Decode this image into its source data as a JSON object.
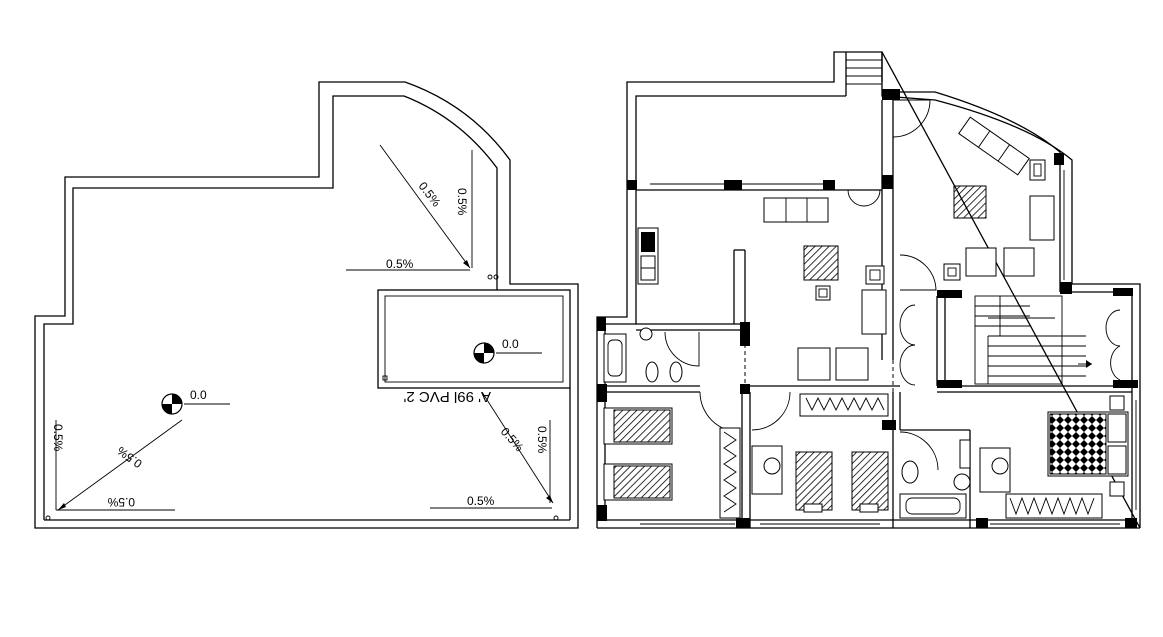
{
  "roof_plan": {
    "level_marks": [
      "0.0",
      "0.0"
    ],
    "slopes": [
      "0.5%",
      "0.5%",
      "0.5%",
      "0.5%",
      "0.5%",
      "0.5%",
      "0.5%",
      "0.5%"
    ],
    "mirrored_note": "A' 99l PVC 2'"
  },
  "floor_plan": {}
}
